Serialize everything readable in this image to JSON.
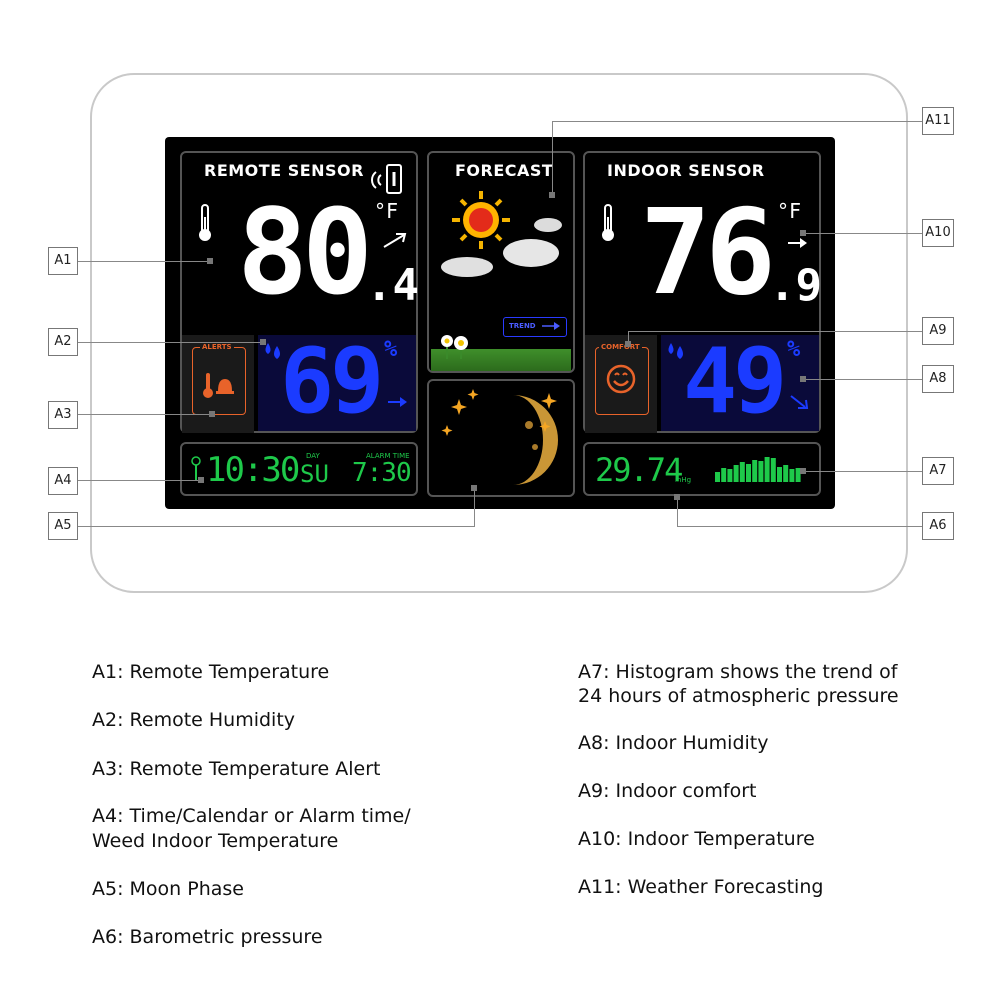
{
  "device": {
    "remote": {
      "title": "REMOTE SENSOR",
      "temp_int": "80",
      "temp_dec": ".4",
      "temp_unit": "°F",
      "humidity": "69",
      "humidity_unit": "%",
      "alerts_label": "ALERTS"
    },
    "forecast": {
      "title": "FORECAST",
      "trend_label": "TREND"
    },
    "indoor": {
      "title": "INDOOR SENSOR",
      "temp_int": "76",
      "temp_dec": ".9",
      "temp_unit": "°F",
      "humidity": "49",
      "humidity_unit": "%",
      "comfort_label": "COMFORT"
    },
    "clock": {
      "time": "10:30",
      "day_label": "DAY",
      "day": "SU",
      "alarm_label": "ALARM TIME",
      "alarm_time": "7:30"
    },
    "pressure": {
      "value": "29.74",
      "unit": "inHg",
      "histogram_levels": [
        0.35,
        0.5,
        0.45,
        0.6,
        0.7,
        0.65,
        0.8,
        0.75,
        0.9,
        0.85,
        0.55,
        0.6,
        0.45,
        0.5
      ]
    }
  },
  "callouts": [
    "A1",
    "A2",
    "A3",
    "A4",
    "A5",
    "A6",
    "A7",
    "A8",
    "A9",
    "A10",
    "A11"
  ],
  "legend_left": [
    "A1: Remote Temperature",
    "A2: Remote Humidity",
    "A3: Remote Temperature Alert",
    "A4: Time/Calendar or Alarm time/",
    "Weed Indoor Temperature",
    "A5: Moon Phase",
    "A6: Barometric pressure"
  ],
  "legend_right": [
    "A7: Histogram shows the trend of",
    "24 hours of atmospheric pressure",
    "A8: Indoor Humidity",
    "A9: Indoor comfort",
    "A10: Indoor Temperature",
    "A11: Weather Forecasting"
  ],
  "colors": {
    "segment_blue": "#1b3bff",
    "segment_green": "#1ec94a",
    "alert_orange": "#e8632a"
  }
}
